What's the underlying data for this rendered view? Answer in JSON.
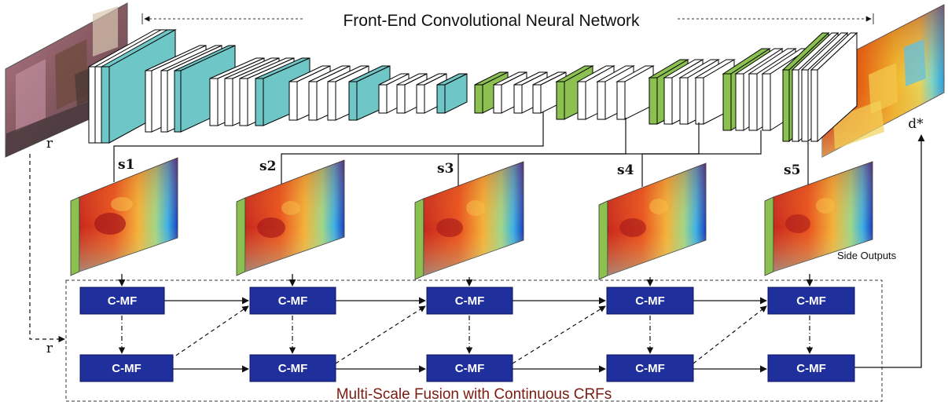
{
  "title": "Front-End Convolutional Neural Network",
  "input_label": "r",
  "output_label": "d*",
  "fusion_input_label": "r",
  "side_output_labels": [
    "s1",
    "s2",
    "s3",
    "s4",
    "s5"
  ],
  "side_outputs_caption": "Side Outputs",
  "fusion_caption": "Multi-Scale Fusion with Continuous CRFs",
  "block_label": "C-MF",
  "colors": {
    "conv_layer": "#6fc6c6",
    "side_layer": "#8cc152",
    "cmf_block": "#1f2f9c",
    "fusion_caption": "#7a1a10"
  },
  "icons": {
    "input_image": "living-room-photo",
    "output_map": "depth-map-image",
    "side_maps": "heatmap-image"
  }
}
